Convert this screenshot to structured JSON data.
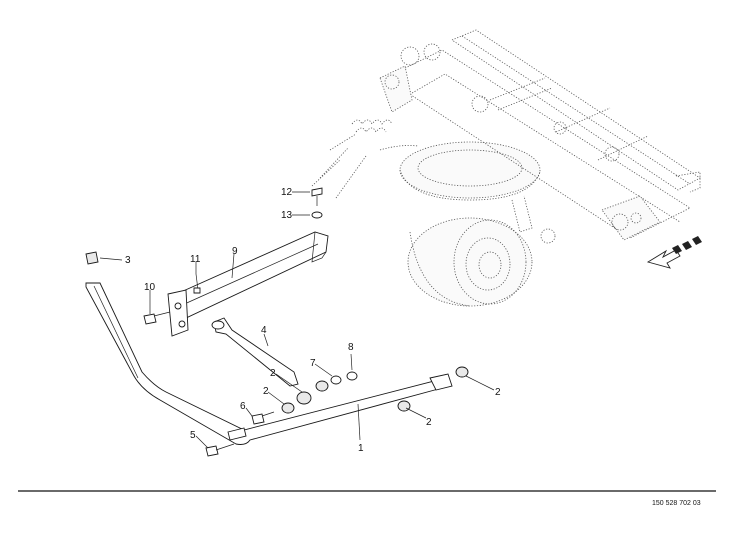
{
  "document_number": "150 528 702 03",
  "callouts": [
    {
      "id": "c12",
      "label": "12"
    },
    {
      "id": "c13",
      "label": "13"
    },
    {
      "id": "c3",
      "label": "3"
    },
    {
      "id": "c9",
      "label": "9"
    },
    {
      "id": "c11",
      "label": "11"
    },
    {
      "id": "c10",
      "label": "10"
    },
    {
      "id": "c4",
      "label": "4"
    },
    {
      "id": "c8",
      "label": "8"
    },
    {
      "id": "c7",
      "label": "7"
    },
    {
      "id": "c2a",
      "label": "2"
    },
    {
      "id": "c2b",
      "label": "2"
    },
    {
      "id": "c2c",
      "label": "2"
    },
    {
      "id": "c2d",
      "label": "2"
    },
    {
      "id": "c6",
      "label": "6"
    },
    {
      "id": "c5",
      "label": "5"
    },
    {
      "id": "c1",
      "label": "1"
    }
  ]
}
